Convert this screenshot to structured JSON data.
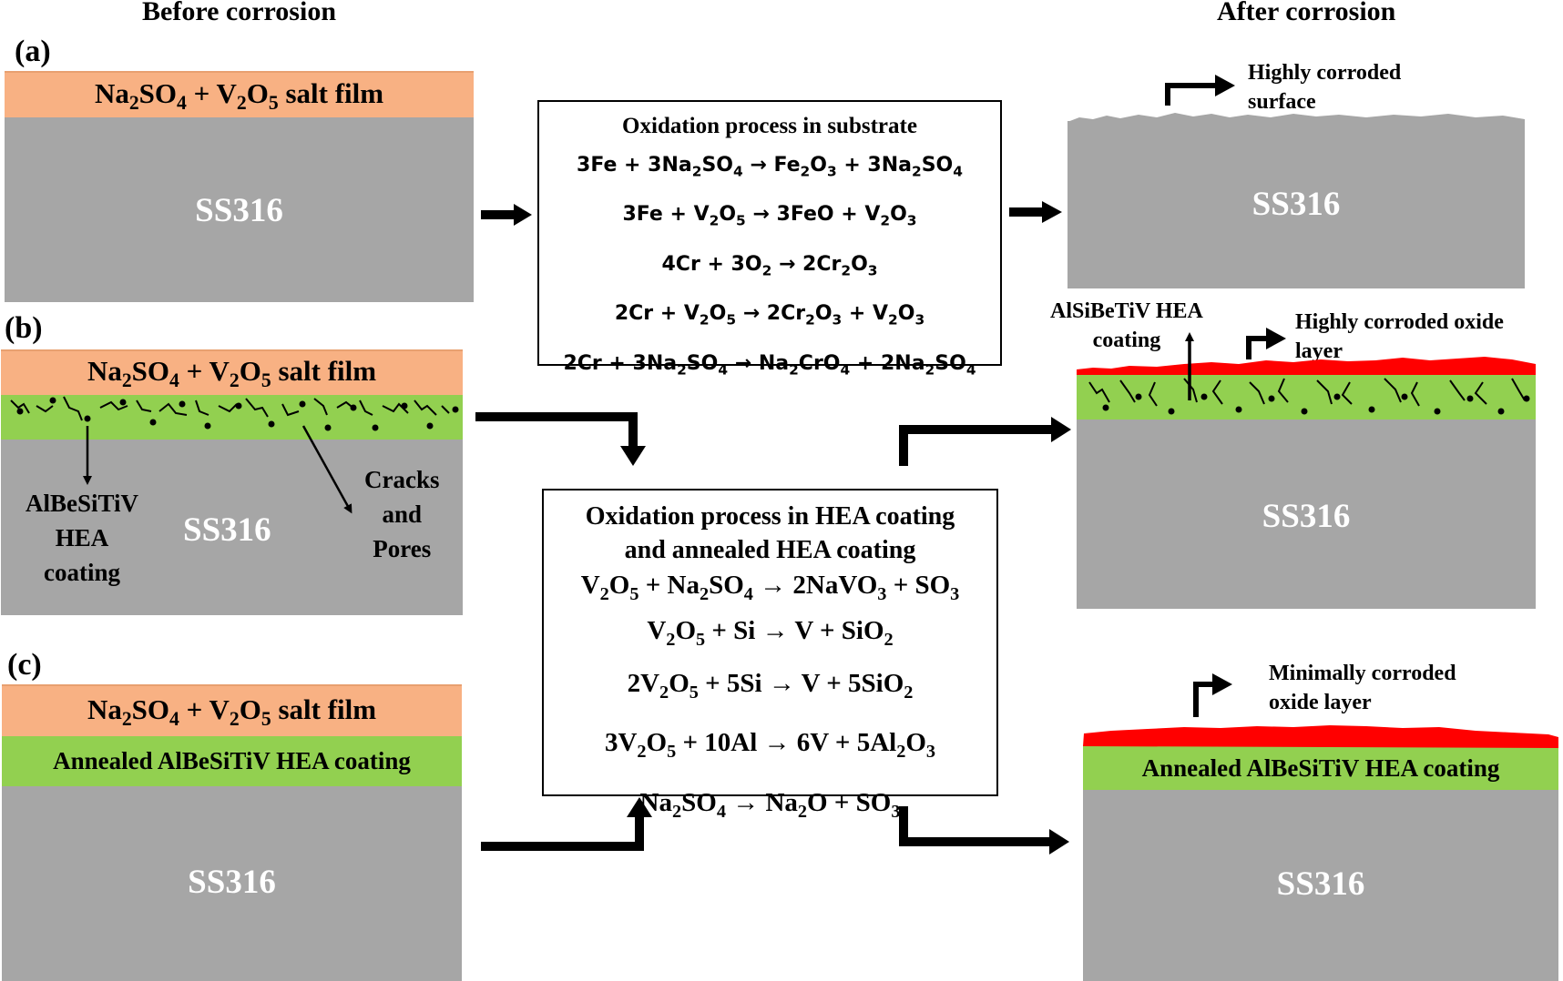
{
  "headers": {
    "before": "Before corrosion",
    "after": "After corrosion"
  },
  "panels": {
    "a": {
      "label": "(a)",
      "salt": [
        "Na",
        "2",
        "SO",
        "4",
        " + V",
        "2",
        "O",
        "5",
        " salt film"
      ],
      "substrate": "SS316"
    },
    "b": {
      "label": "(b)",
      "salt": [
        "Na",
        "2",
        "SO",
        "4",
        " + V",
        "2",
        "O",
        "5",
        " salt film"
      ],
      "substrate": "SS316",
      "coating_label": [
        "AlBeSiTiV",
        "HEA",
        "coating"
      ],
      "defect_label": [
        "Cracks",
        "and",
        "Pores"
      ]
    },
    "c": {
      "label": "(c)",
      "salt": [
        "Na",
        "2",
        "SO",
        "4",
        " + V",
        "2",
        "O",
        "5",
        " salt film"
      ],
      "coating": "Annealed AlBeSiTiV HEA coating",
      "substrate": "SS316"
    }
  },
  "box_substrate": {
    "title": "Oxidation process in substrate",
    "equations": [
      [
        "3Fe + 3Na",
        "2",
        "SO",
        "4",
        " → Fe",
        "2",
        "O",
        "3",
        " + 3Na",
        "2",
        "SO",
        "4"
      ],
      [
        "3Fe + V",
        "2",
        "O",
        "5",
        " → 3FeO + V",
        "2",
        "O",
        "3"
      ],
      [
        "4Cr + 3O",
        "2",
        " → 2Cr",
        "2",
        "O",
        "3"
      ],
      [
        "2Cr + V",
        "2",
        "O",
        "5",
        " → 2Cr",
        "2",
        "O",
        "3",
        " + V",
        "2",
        "O",
        "3"
      ],
      [
        "2Cr + 3Na",
        "2",
        "SO",
        "4",
        " → Na",
        "2",
        "CrO",
        "4",
        " + 2Na",
        "2",
        "SO",
        "4"
      ]
    ]
  },
  "box_hea": {
    "title_1": "Oxidation process in HEA coating",
    "title_2": "and annealed HEA coating",
    "equations": [
      [
        "V",
        "2",
        "O",
        "5",
        " + Na",
        "2",
        "SO",
        "4",
        "  →  2NaVO",
        "3",
        " + SO",
        "3"
      ],
      [
        "V",
        "2",
        "O",
        "5",
        " + Si  →  V + SiO",
        "2"
      ],
      [
        "2V",
        "2",
        "O",
        "5",
        " + 5Si  →  V + 5SiO",
        "2"
      ],
      [
        "3V",
        "2",
        "O",
        "5",
        " + 10Al  →  6V + 5Al",
        "2",
        "O",
        "3"
      ],
      [
        "Na",
        "2",
        "SO",
        "4",
        "  →  Na",
        "2",
        "O + SO",
        "3"
      ]
    ]
  },
  "results": {
    "a": {
      "substrate": "SS316",
      "note": [
        "Highly corroded",
        "surface"
      ]
    },
    "b": {
      "substrate": "SS316",
      "coating_note": [
        "AlSiBeTiV  HEA",
        "coating"
      ],
      "oxide_note": [
        "Highly corroded  oxide",
        "layer"
      ]
    },
    "c": {
      "substrate": "SS316",
      "coating": "Annealed AlBeSiTiV HEA coating",
      "oxide_note": [
        "Minimally corroded",
        "oxide layer"
      ]
    }
  },
  "colors": {
    "salt": "#F8B183",
    "substrate": "#A6A6A6",
    "coating": "#92D050",
    "oxide": "#FF0000"
  }
}
